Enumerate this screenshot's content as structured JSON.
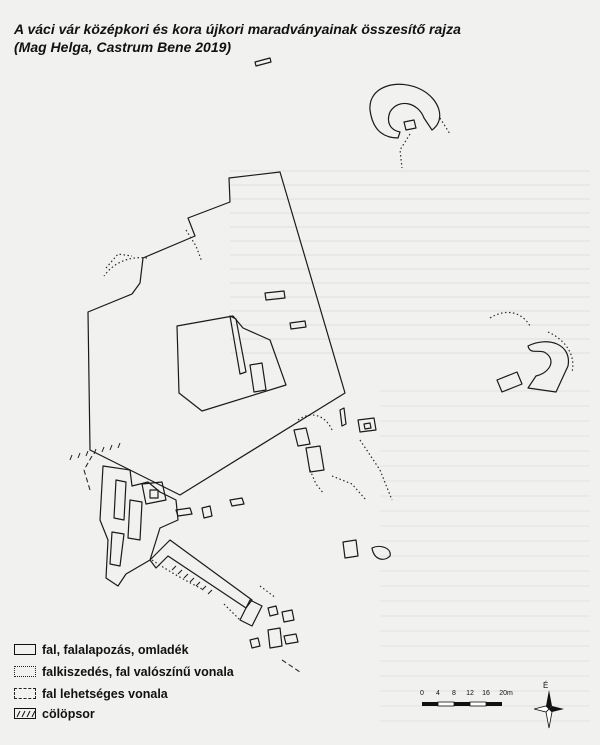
{
  "title": {
    "line1": "A váci vár középkori és kora újkori maradványainak összesítő rajza",
    "line2": "(Mag Helga, Castrum Bene 2019)"
  },
  "legend": {
    "items": [
      {
        "symbol": "solid",
        "label": "fal, falalapozás, omladék"
      },
      {
        "symbol": "dotted",
        "label": "falkiszedés, fal valószínű vonala"
      },
      {
        "symbol": "dashed",
        "label": "fal lehetséges vonala"
      },
      {
        "symbol": "pile",
        "label": "cölöpsor"
      }
    ]
  },
  "scale": {
    "ticks": [
      "0",
      "4",
      "8",
      "12",
      "16",
      "20m"
    ]
  },
  "compass": {
    "north_label": "É"
  }
}
